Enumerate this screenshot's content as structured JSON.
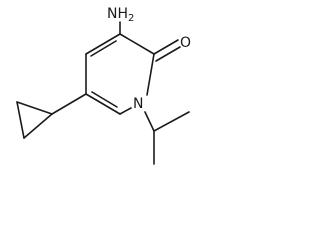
{
  "structure": {
    "amine": {
      "element": "N",
      "hydrogens": "H",
      "count": "2"
    },
    "carbonyl_oxygen": {
      "element": "O"
    },
    "ring_nitrogen": {
      "element": "N"
    }
  }
}
